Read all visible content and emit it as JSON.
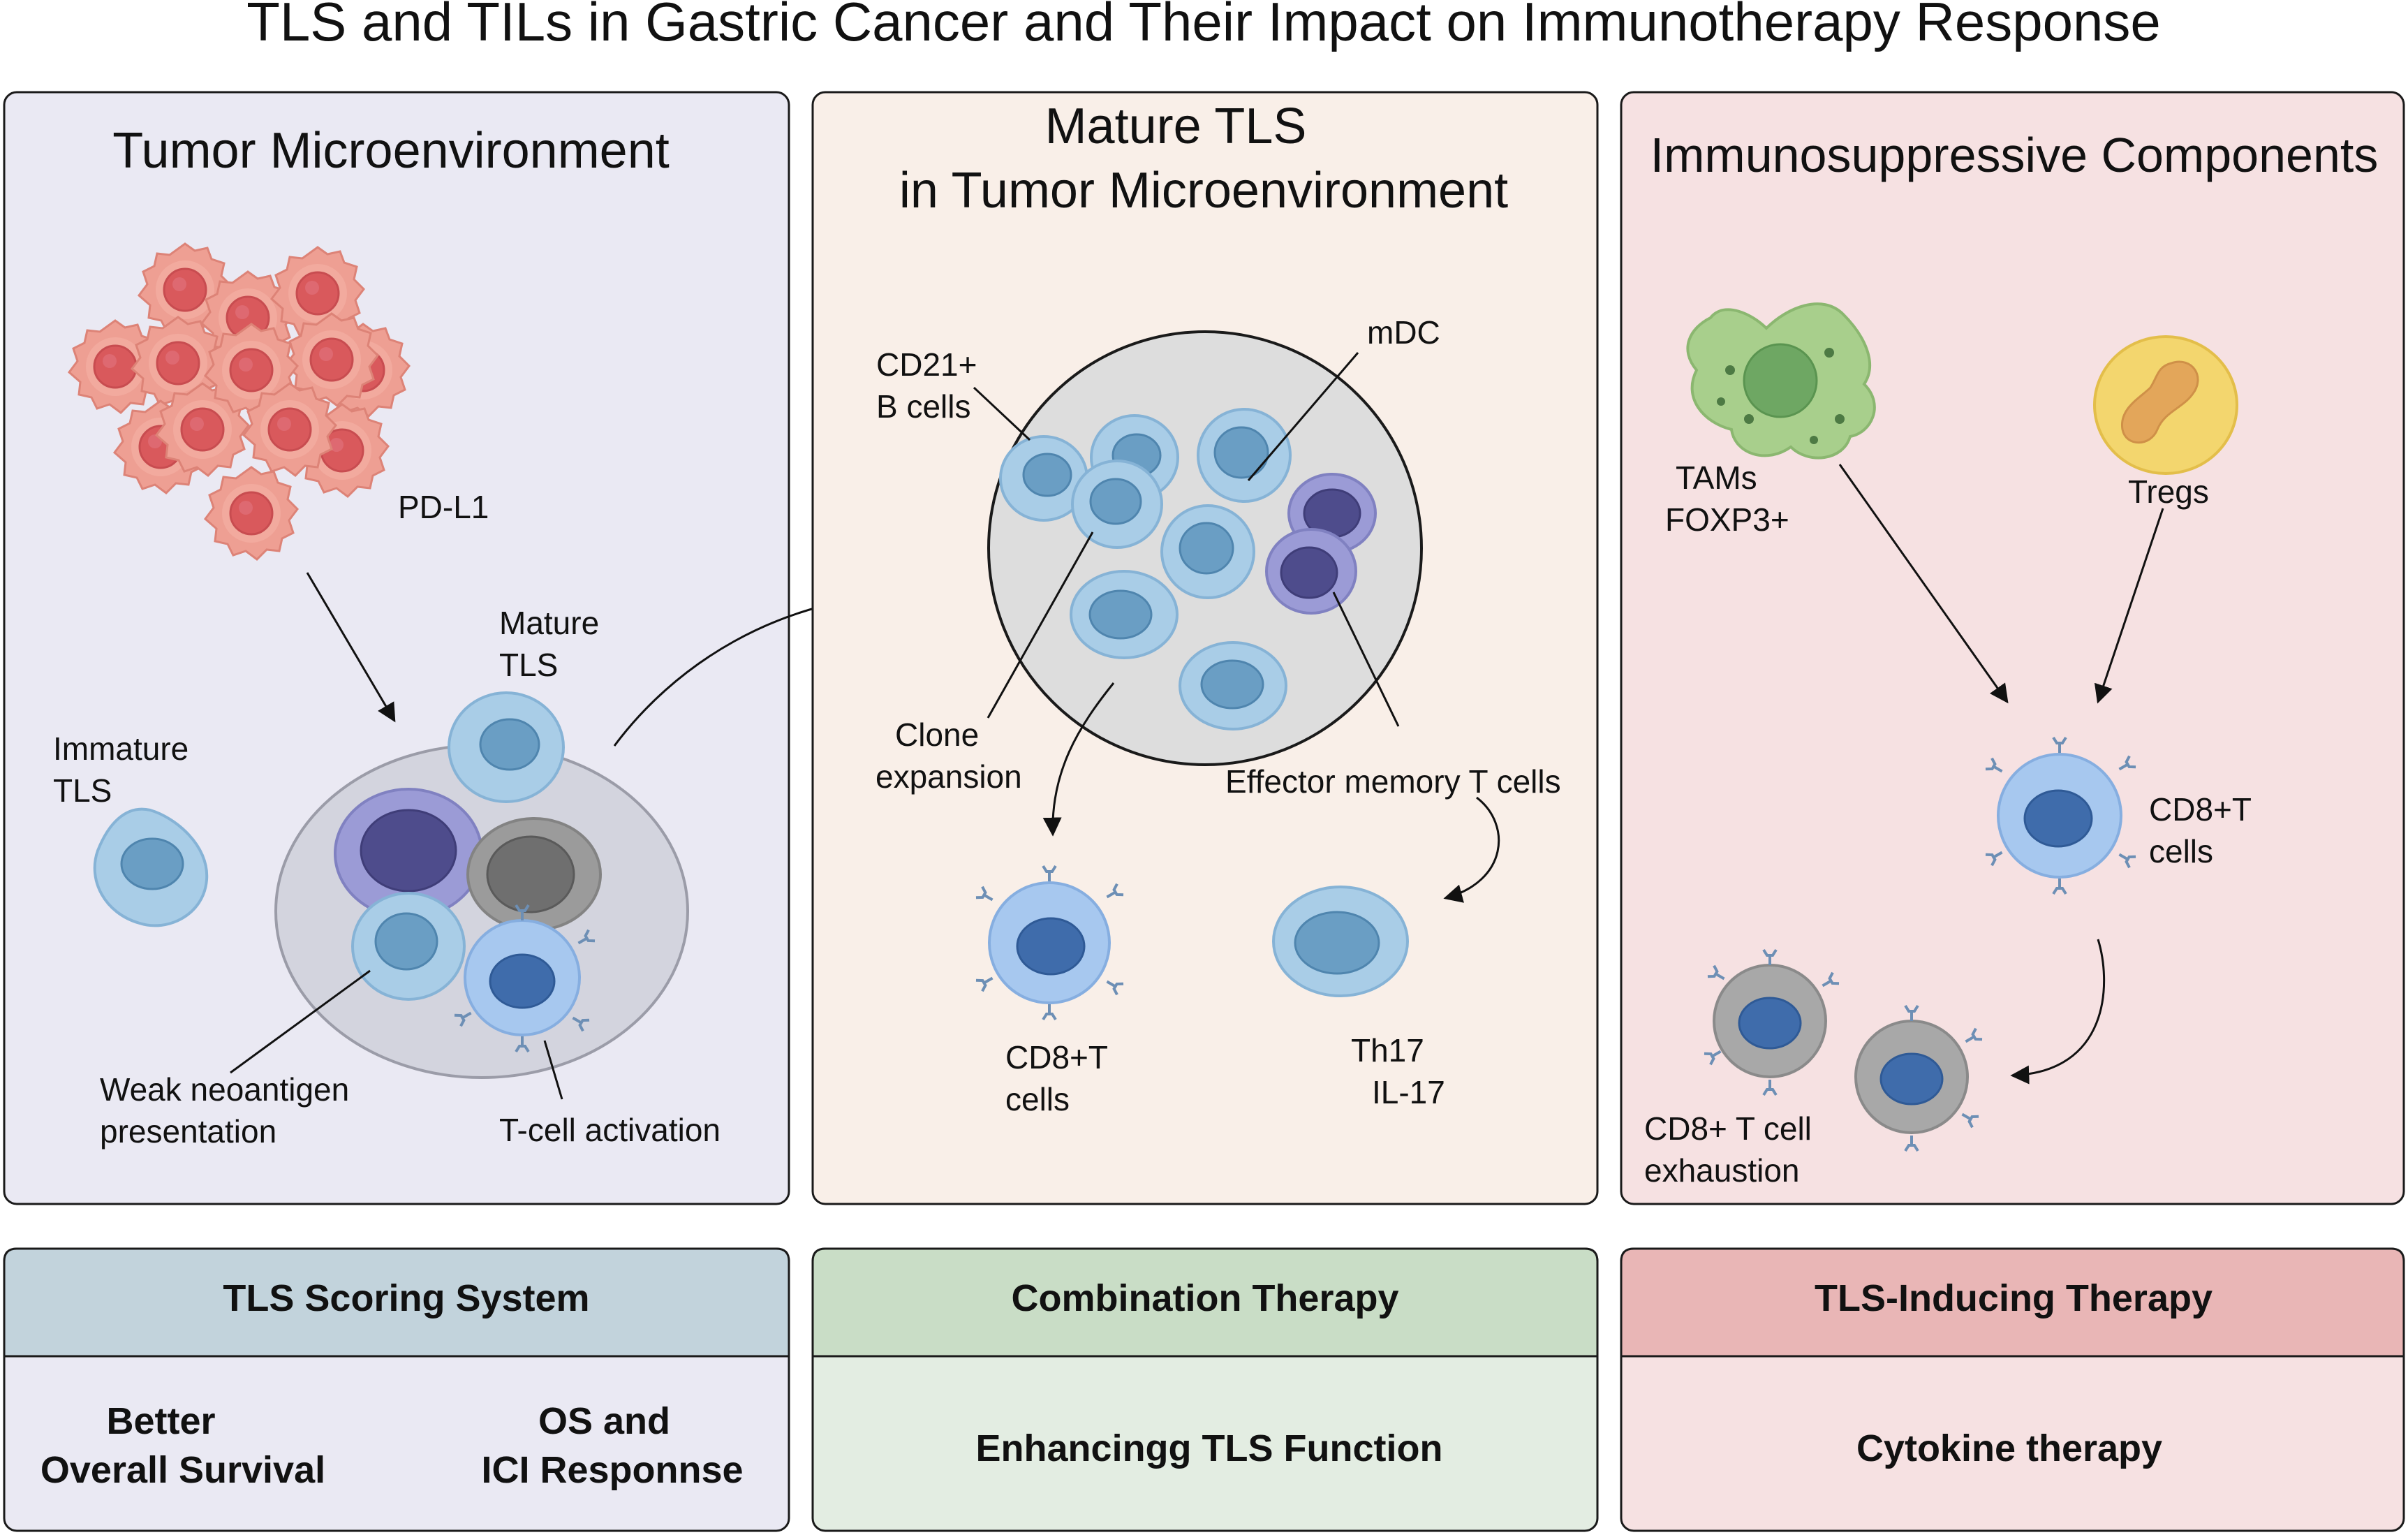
{
  "title": "TLS and TILs in Gastric Cancer and Their Impact on Immunotherapy Response",
  "panels": {
    "tme": {
      "title": "Tumor Microenvironment",
      "pd_l1": "PD-L1",
      "mature_tls": [
        "Mature",
        "TLS"
      ],
      "immature_tls": [
        "Immature",
        "TLS"
      ],
      "weak_neoantigen": [
        "Weak neoantigen",
        "presentation"
      ],
      "t_cell_activation": "T-cell activation"
    },
    "mature": {
      "title": [
        "Mature TLS",
        "in Tumor Microenvironment"
      ],
      "cd21": [
        "CD21+",
        "B cells"
      ],
      "mdc": "mDC",
      "clone": [
        "Clone",
        "expansion"
      ],
      "effector": "Effector memory T cells",
      "cd8": [
        "CD8+T",
        "cells"
      ],
      "th17": [
        "Th17",
        "IL-17"
      ]
    },
    "immuno": {
      "title": "Immunosuppressive Components",
      "tams": [
        "TAMs",
        "FOXP3+"
      ],
      "tregs": "Tregs",
      "cd8": [
        "CD8+T",
        "cells"
      ],
      "exhaustion": [
        "CD8+ T cell",
        "exhaustion"
      ]
    }
  },
  "bottom": {
    "scoring": {
      "header": "TLS Scoring System",
      "left": [
        "Better",
        "Overall Survival"
      ],
      "right": [
        "OS and",
        "ICI Responnse"
      ]
    },
    "combination": {
      "header": "Combination Therapy",
      "body": "Enhancingg TLS Function"
    },
    "inducing": {
      "header": "TLS-Inducing Therapy",
      "body": "Cytokine therapy"
    }
  },
  "colors": {
    "panel_tme": "#eae9f3",
    "panel_mature": "#f9efe8",
    "panel_immuno": "#f6e1e2",
    "header_scoring": "#c2d3dc",
    "header_combination": "#c9ddc6",
    "header_inducing": "#e9b6b6",
    "body_combination": "#e3ede2",
    "tumor_cell": "#ee9f93",
    "tumor_nucleus": "#d9595c",
    "b_cell": "#a9cde7",
    "b_nucleus": "#6a9ec4",
    "t_cell": "#a7c8ef",
    "t_nucleus": "#3f6cab",
    "dc_cell": "#9b9bd6",
    "dc_nucleus": "#4e4c8c",
    "macrophage": "#a8cf8c",
    "treg": "#f3d66e",
    "exhausted": "#a8a8a8"
  }
}
